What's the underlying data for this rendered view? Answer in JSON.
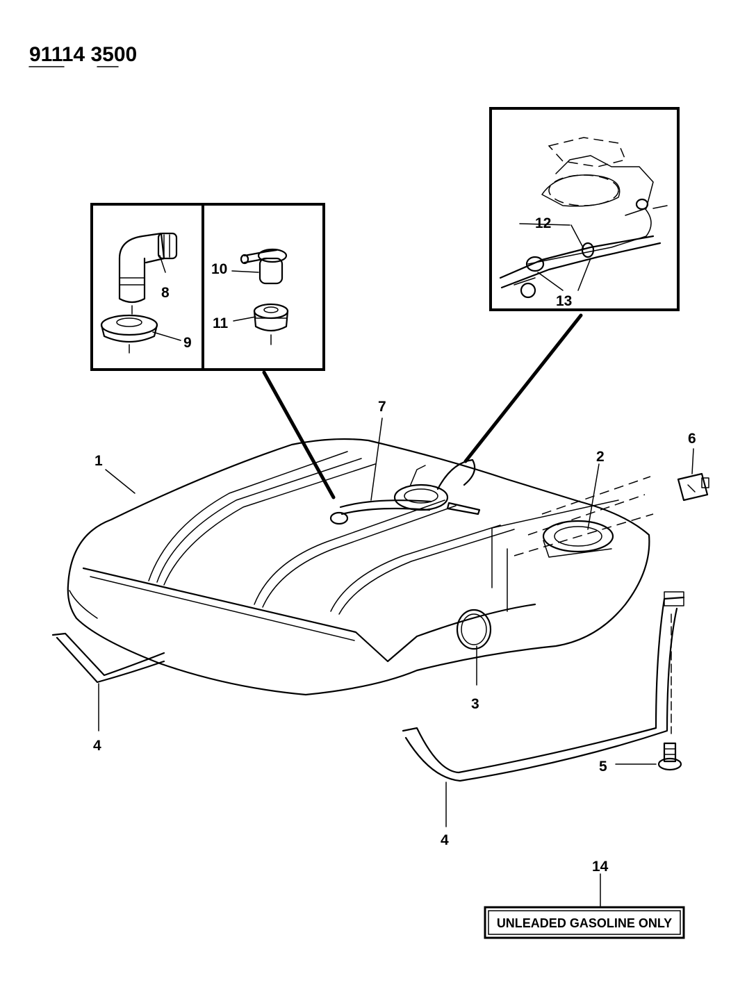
{
  "figure_id": "91114 3500",
  "callouts": {
    "c1": "1",
    "c2": "2",
    "c3": "3",
    "c4a": "4",
    "c4b": "4",
    "c5": "5",
    "c6": "6",
    "c7": "7",
    "c8": "8",
    "c9": "9",
    "c10": "10",
    "c11": "11",
    "c12": "12",
    "c13": "13",
    "c14": "14"
  },
  "label_plate": {
    "text": "UNLEADED GASOLINE ONLY"
  }
}
